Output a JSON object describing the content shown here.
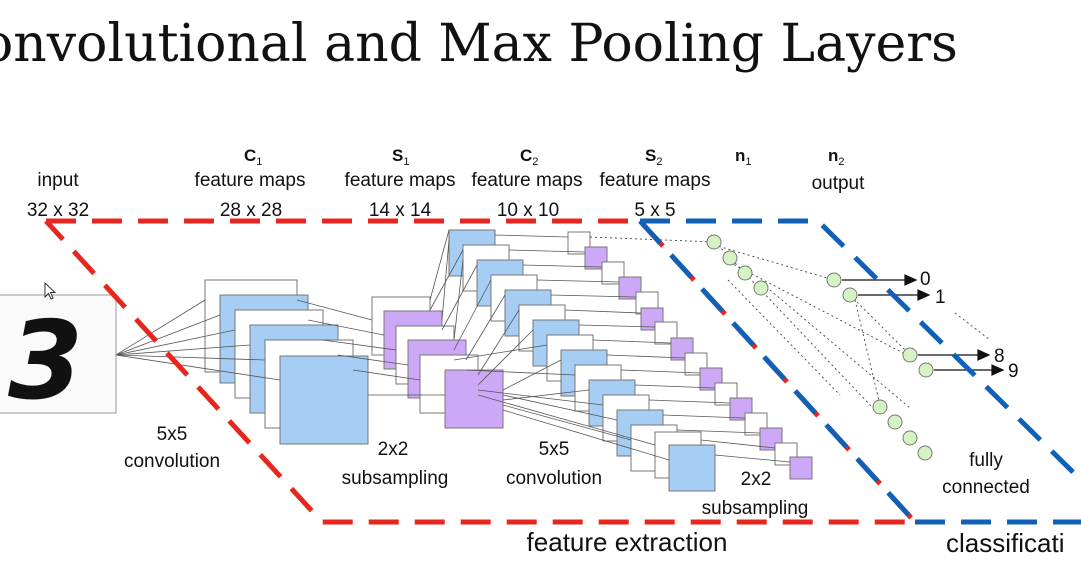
{
  "title": "onvolutional and Max Pooling Layers",
  "layers": {
    "input": {
      "name": "input",
      "size": "32 x 32"
    },
    "c1": {
      "name": "C",
      "sub": "1",
      "desc": "feature maps",
      "size": "28 x 28"
    },
    "s1": {
      "name": "S",
      "sub": "1",
      "desc": "feature maps",
      "size": "14 x 14"
    },
    "c2": {
      "name": "C",
      "sub": "2",
      "desc": "feature maps",
      "size": "10 x 10"
    },
    "s2": {
      "name": "S",
      "sub": "2",
      "desc": "feature maps",
      "size": "5 x 5"
    },
    "n1": {
      "name": "n",
      "sub": "1"
    },
    "n2": {
      "name": "n",
      "sub": "2",
      "desc": "output"
    }
  },
  "operations": {
    "conv1": [
      "5x5",
      "convolution"
    ],
    "sub1": [
      "2x2",
      "subsampling"
    ],
    "conv2": [
      "5x5",
      "convolution"
    ],
    "sub2": [
      "2x2",
      "subsampling"
    ],
    "fc": [
      "fully",
      "connected"
    ]
  },
  "regions": {
    "feature_extraction": "feature extraction",
    "classification": "classificati"
  },
  "outputs": {
    "o0": "0",
    "o1": "1",
    "o8": "8",
    "o9": "9"
  },
  "input_digit": "3",
  "colors": {
    "feature_extraction_border": "#e8261d",
    "classification_border": "#1060b8",
    "feature_map_blue": "#a6cef5",
    "feature_map_purple": "#cca8f6",
    "neuron_green": "#d6f3c4"
  }
}
